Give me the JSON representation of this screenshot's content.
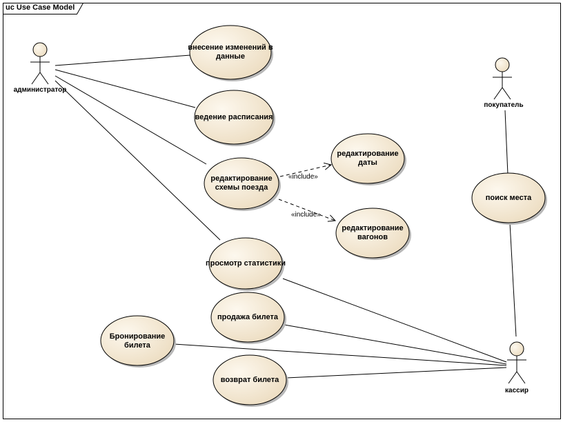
{
  "frame": {
    "title": "uc Use Case Model"
  },
  "colors": {
    "usecase_fill_light": "#fdf8ee",
    "usecase_fill_dark": "#ecdcc0",
    "stroke": "#000000",
    "shadow": "#b8b8b8"
  },
  "actors": {
    "admin": "администратор",
    "buyer": "покупатель",
    "cashier": "кассир"
  },
  "usecases": {
    "edit_data": "внесение изменений в данные",
    "schedule": "ведение расписания",
    "edit_train_scheme": "редактирование схемы поезда",
    "edit_date": "редактирование даты",
    "edit_wagons": "редактирование вагонов",
    "view_stats": "просмотр статистики",
    "sell_ticket": "продажа билета",
    "book_ticket": "Бронирование билета",
    "return_ticket": "возврат билета",
    "search_seat": "поиск места"
  },
  "stereotypes": {
    "include_1": "«include»",
    "include_2": "«include»"
  }
}
